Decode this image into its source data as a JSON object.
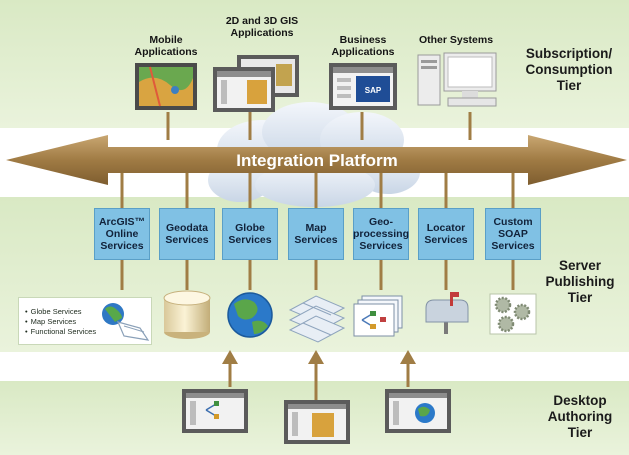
{
  "tiers": {
    "subscription": "Subscription/\nConsumption\nTier",
    "server": "Server\nPublishing\nTier",
    "desktop": "Desktop\nAuthoring\nTier"
  },
  "platform_label": "Integration Platform",
  "applications": [
    {
      "label": "Mobile\nApplications"
    },
    {
      "label": "2D and 3D GIS\nApplications"
    },
    {
      "label": "Business\nApplications"
    },
    {
      "label": "Other Systems"
    }
  ],
  "services": [
    {
      "label": "ArcGIS™\nOnline\nServices"
    },
    {
      "label": "Geodata\nServices"
    },
    {
      "label": "Globe\nServices"
    },
    {
      "label": "Map\nServices"
    },
    {
      "label": "Geo-\nprocessing\nServices"
    },
    {
      "label": "Locator\nServices"
    },
    {
      "label": "Custom\nSOAP\nServices"
    }
  ],
  "online_services_list": [
    "Globe Services",
    "Map Services",
    "Functional Services"
  ],
  "business_logo_text": "SAP",
  "colors": {
    "band": "#dfeccd",
    "arrow": "#a9864f",
    "service_box": "#80c1e4",
    "connector": "#a07d45"
  },
  "icons": [
    "map-screen-icon",
    "gis-window-icon",
    "business-window-icon",
    "computer-icon",
    "database-icon",
    "globe-icon",
    "map-grid-icon",
    "process-docs-icon",
    "mailbox-icon",
    "gears-icon",
    "desktop-window-icon"
  ]
}
